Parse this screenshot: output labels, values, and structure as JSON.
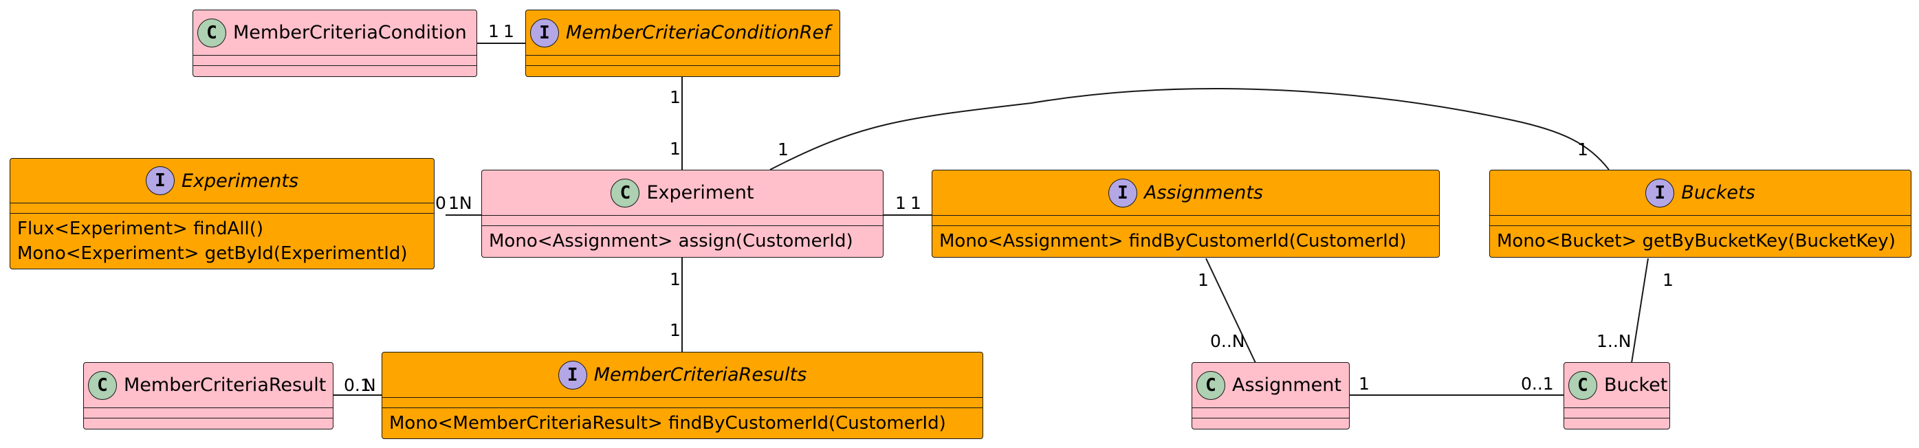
{
  "colors": {
    "class_fill": "#FFC0CB",
    "interface_fill": "#FFA500",
    "class_badge": "#ADD1B2",
    "interface_badge": "#B4A7E5",
    "line": "#181818"
  },
  "nodes": {
    "member_criteria_condition": {
      "stereotype": "C",
      "name": "MemberCriteriaCondition",
      "methods": []
    },
    "member_criteria_condition_ref": {
      "stereotype": "I",
      "name": "MemberCriteriaConditionRef",
      "methods": []
    },
    "experiments": {
      "stereotype": "I",
      "name": "Experiments",
      "methods": [
        "Flux<Experiment> findAll()",
        "Mono<Experiment> getById(ExperimentId)"
      ]
    },
    "experiment": {
      "stereotype": "C",
      "name": "Experiment",
      "methods": [
        "Mono<Assignment> assign(CustomerId)"
      ]
    },
    "assignments": {
      "stereotype": "I",
      "name": "Assignments",
      "methods": [
        "Mono<Assignment> findByCustomerId(CustomerId)"
      ]
    },
    "buckets": {
      "stereotype": "I",
      "name": "Buckets",
      "methods": [
        "Mono<Bucket> getByBucketKey(BucketKey)"
      ]
    },
    "member_criteria_result": {
      "stereotype": "C",
      "name": "MemberCriteriaResult",
      "methods": []
    },
    "member_criteria_results": {
      "stereotype": "I",
      "name": "MemberCriteriaResults",
      "methods": [
        "Mono<MemberCriteriaResult> findByCustomerId(CustomerId)"
      ]
    },
    "assignment": {
      "stereotype": "C",
      "name": "Assignment",
      "methods": []
    },
    "bucket": {
      "stereotype": "C",
      "name": "Bucket",
      "methods": []
    }
  },
  "relations": [
    {
      "from": "member_criteria_condition",
      "to": "member_criteria_condition_ref",
      "from_mult": "1",
      "to_mult": "1"
    },
    {
      "from": "member_criteria_condition_ref",
      "to": "experiment",
      "from_mult": "1",
      "to_mult": "1"
    },
    {
      "from": "experiment",
      "to": "buckets",
      "from_mult": "1",
      "to_mult": "1"
    },
    {
      "from": "experiments",
      "to": "experiment",
      "from_mult": "0",
      "to_mult": "1N"
    },
    {
      "from": "experiment",
      "to": "assignments",
      "from_mult": "1",
      "to_mult": "1"
    },
    {
      "from": "experiment",
      "to": "member_criteria_results",
      "from_mult": "1",
      "to_mult": "1"
    },
    {
      "from": "member_criteria_result",
      "to": "member_criteria_results",
      "from_mult": "0.1",
      "to_mult": "N"
    },
    {
      "from": "assignments",
      "to": "assignment",
      "from_mult": "1",
      "to_mult": "0..N"
    },
    {
      "from": "buckets",
      "to": "bucket",
      "from_mult": "1",
      "to_mult": "1..N"
    },
    {
      "from": "assignment",
      "to": "bucket",
      "from_mult": "1",
      "to_mult": "0..1"
    }
  ]
}
